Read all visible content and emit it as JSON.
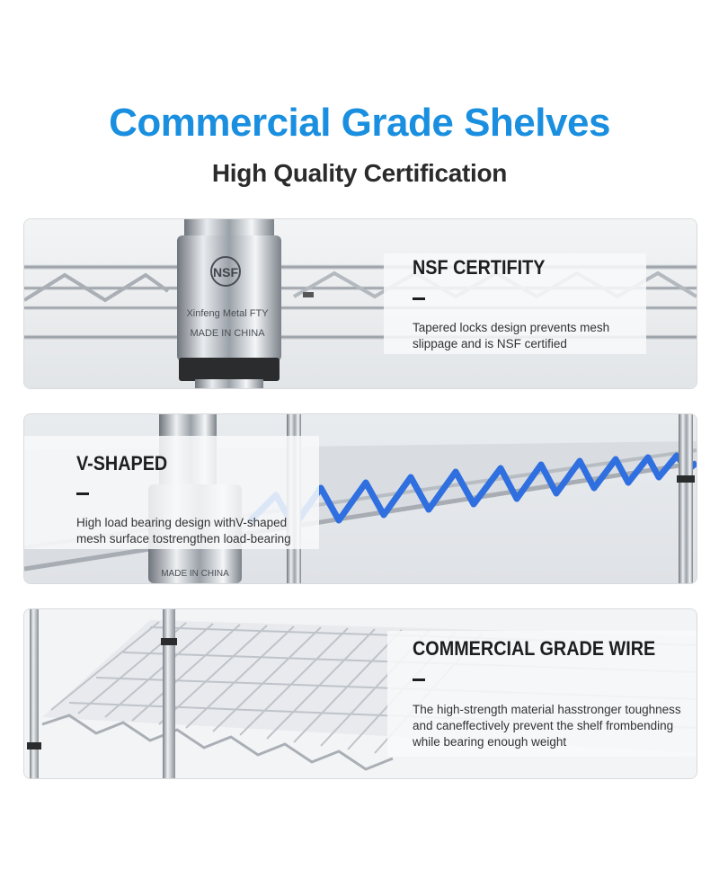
{
  "header": {
    "title": "Commercial Grade Shelves",
    "subtitle": "High Quality Certification"
  },
  "colors": {
    "title_blue": "#1a8fe0",
    "heading_dark": "#2b2b2b",
    "highlight_blue": "#2f6fe0",
    "chrome": "#b9bec4"
  },
  "sections": [
    {
      "heading": "NSF CERTIFITY",
      "description": [
        "Tapered locks design prevents mesh",
        "slippage and is NSF certified"
      ],
      "collar_text": [
        "Xinfeng Metal FTY",
        "MADE IN CHINA"
      ],
      "logo_text": "NSF"
    },
    {
      "heading": "V-SHAPED",
      "description": [
        "High load bearing design withV-shaped",
        "mesh surface tostrengthen load-bearing"
      ],
      "collar_text": [
        "MADE IN CHINA"
      ]
    },
    {
      "heading": "COMMERCIAL GRADE WIRE",
      "description": [
        "The high-strength material hasstronger toughness",
        "and caneffectively prevent the shelf frombending",
        "while bearing enough weight"
      ]
    }
  ]
}
